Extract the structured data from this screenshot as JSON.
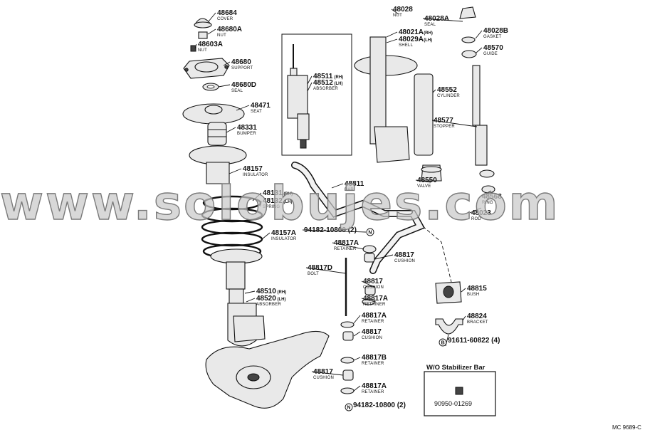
{
  "diagram": {
    "watermark": "www.solobujes.com",
    "code": "MC 9689-C",
    "inset_title": "W/O Stabilizer Bar",
    "inset_part": "90950-01269",
    "callouts": [
      {
        "pn": "48684",
        "sfx": "",
        "name": "COVER"
      },
      {
        "pn": "48680A",
        "sfx": "",
        "name": "NUT"
      },
      {
        "pn": "48603A",
        "sfx": "",
        "name": "NUT"
      },
      {
        "pn": "48680",
        "sfx": "",
        "name": "SUPPORT"
      },
      {
        "pn": "48680D",
        "sfx": "",
        "name": "SEAL"
      },
      {
        "pn": "48471",
        "sfx": "",
        "name": "SEAT"
      },
      {
        "pn": "48331",
        "sfx": "",
        "name": "BUMPER"
      },
      {
        "pn": "48157",
        "sfx": "",
        "name": "INSULATOR"
      },
      {
        "pn": "48131",
        "sfx": "(RH)",
        "name": ""
      },
      {
        "pn": "48132",
        "sfx": "(LH)",
        "name": "SPRING"
      },
      {
        "pn": "48157A",
        "sfx": "",
        "name": "INSULATOR"
      },
      {
        "pn": "48510",
        "sfx": "(RH)",
        "name": ""
      },
      {
        "pn": "48520",
        "sfx": "(LH)",
        "name": "ABSORBER"
      },
      {
        "pn": "48511",
        "sfx": "(RH)",
        "name": ""
      },
      {
        "pn": "48512",
        "sfx": "(LH)",
        "name": "ABSORBER"
      },
      {
        "pn": "48028",
        "sfx": "",
        "name": "NUT"
      },
      {
        "pn": "48028A",
        "sfx": "",
        "name": "SEAL"
      },
      {
        "pn": "48021A",
        "sfx": "(RH)",
        "name": ""
      },
      {
        "pn": "48029A",
        "sfx": "(LH)",
        "name": "SHELL"
      },
      {
        "pn": "48028B",
        "sfx": "",
        "name": "GASKET"
      },
      {
        "pn": "48570",
        "sfx": "",
        "name": "GUIDE"
      },
      {
        "pn": "48552",
        "sfx": "",
        "name": "CYLINDER"
      },
      {
        "pn": "48577",
        "sfx": "",
        "name": "STOPPER"
      },
      {
        "pn": "48550",
        "sfx": "",
        "name": "VALVE"
      },
      {
        "pn": "48568",
        "sfx": "",
        "name": "RING"
      },
      {
        "pn": "48023",
        "sfx": "",
        "name": "ROD"
      },
      {
        "pn": "48811",
        "sfx": "",
        "name": "BAR"
      },
      {
        "pn": "94182-10800 (2)",
        "sfx": "",
        "name": ""
      },
      {
        "pn": "48817A",
        "sfx": "",
        "name": "RETAINER"
      },
      {
        "pn": "48817",
        "sfx": "",
        "name": "CUSHION"
      },
      {
        "pn": "48817D",
        "sfx": "",
        "name": "BOLT"
      },
      {
        "pn": "48817",
        "sfx": "",
        "name": "CUSHION"
      },
      {
        "pn": "48817A",
        "sfx": "",
        "name": "RETAINER"
      },
      {
        "pn": "48817A",
        "sfx": "",
        "name": "RETAINER"
      },
      {
        "pn": "48817",
        "sfx": "",
        "name": "CUSHION"
      },
      {
        "pn": "48817B",
        "sfx": "",
        "name": "RETAINER"
      },
      {
        "pn": "48817",
        "sfx": "",
        "name": "CUSHION"
      },
      {
        "pn": "48817A",
        "sfx": "",
        "name": "RETAINER"
      },
      {
        "pn": "94182-10800 (2)",
        "sfx": "",
        "name": ""
      },
      {
        "pn": "48815",
        "sfx": "",
        "name": "BUSH"
      },
      {
        "pn": "48824",
        "sfx": "",
        "name": "BRACKET"
      },
      {
        "pn": "91611-60822 (4)",
        "sfx": "",
        "name": ""
      }
    ],
    "symbols": {
      "n": "N",
      "b": "B"
    }
  }
}
